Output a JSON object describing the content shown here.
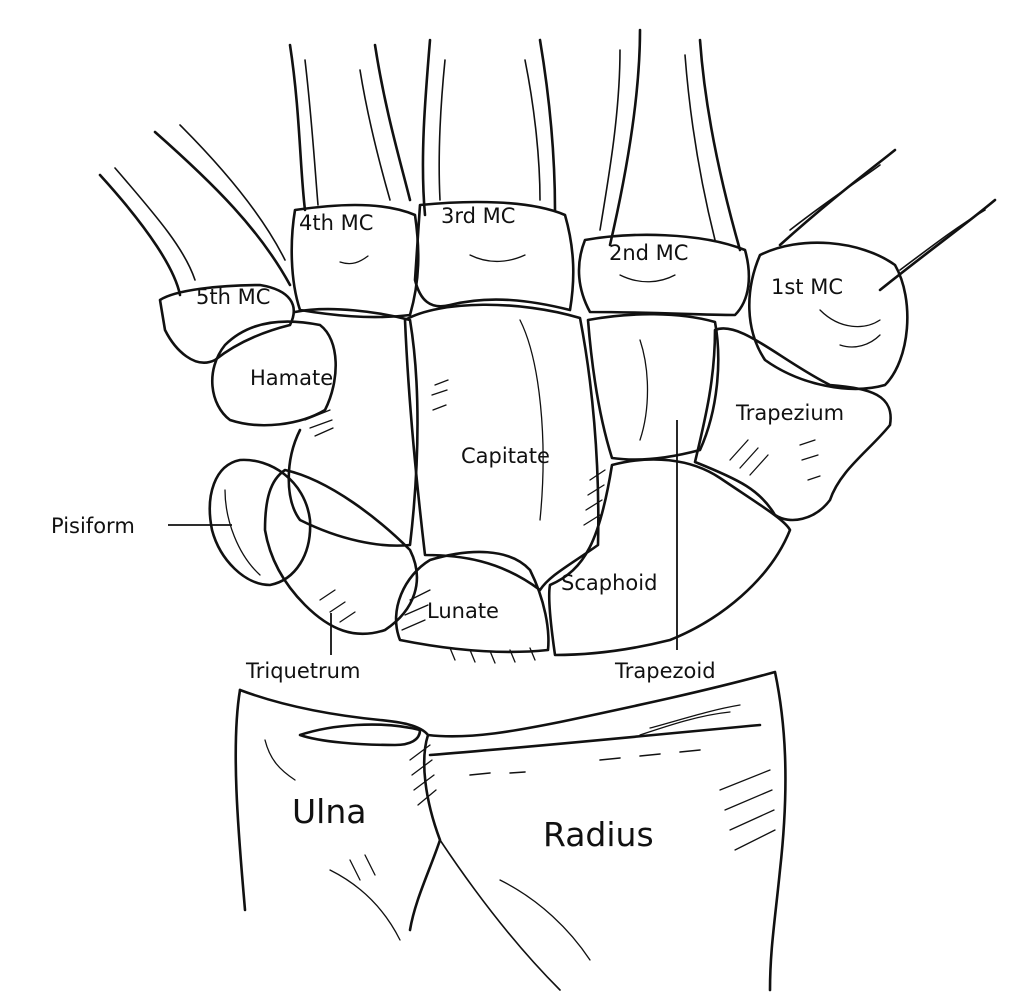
{
  "labels": {
    "mc5": "5th MC",
    "mc4": "4th MC",
    "mc3": "3rd MC",
    "mc2": "2nd MC",
    "mc1": "1st MC",
    "hamate": "Hamate",
    "capitate": "Capitate",
    "trapezium": "Trapezium",
    "pisiform": "Pisiform",
    "lunate": "Lunate",
    "scaphoid": "Scaphoid",
    "triquetrum": "Triquetrum",
    "trapezoid": "Trapezoid",
    "ulna": "Ulna",
    "radius": "Radius"
  }
}
